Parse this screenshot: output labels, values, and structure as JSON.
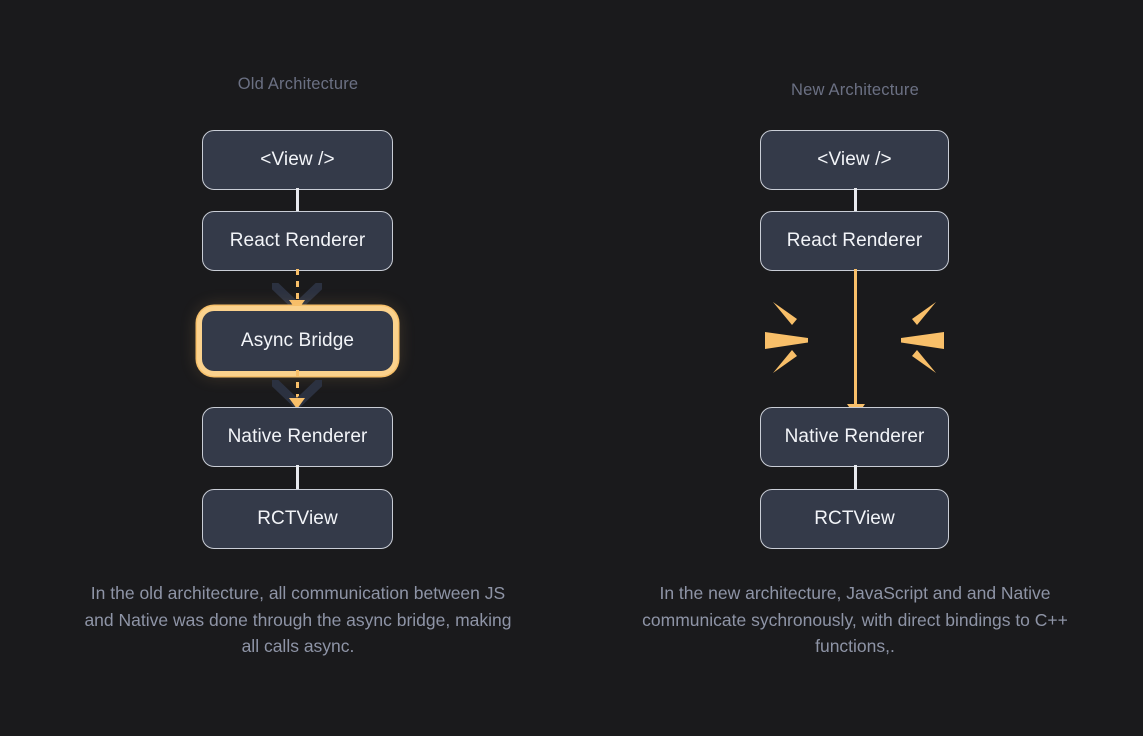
{
  "theme": {
    "background": "#1a1a1c",
    "node_fill": "#343a49",
    "node_border": "#c9cdd6",
    "node_text": "#f2f4f8",
    "accent_orange": "#f8bf69",
    "highlight_ring": "#fbd28d",
    "title_color": "#6b7083",
    "caption_color": "#8e94a6",
    "connector_color": "#e8eaef",
    "chevron_color": "#2b3140"
  },
  "diagram": {
    "kind": "architecture-comparison",
    "columns": [
      {
        "id": "old",
        "title": "Old Architecture",
        "nodes": [
          {
            "id": "view",
            "label": "<View />",
            "highlighted": false
          },
          {
            "id": "react",
            "label": "React Renderer",
            "highlighted": false
          },
          {
            "id": "bridge",
            "label": "Async Bridge",
            "highlighted": true
          },
          {
            "id": "native",
            "label": "Native Renderer",
            "highlighted": false
          },
          {
            "id": "rct",
            "label": "RCTView",
            "highlighted": false
          }
        ],
        "connectors": [
          {
            "from": "view",
            "to": "react",
            "style": "solid-white"
          },
          {
            "from": "react",
            "to": "bridge",
            "style": "dashed-orange-arrow"
          },
          {
            "from": "bridge",
            "to": "native",
            "style": "dashed-orange-arrow"
          },
          {
            "from": "native",
            "to": "rct",
            "style": "solid-white"
          }
        ],
        "caption": "In the old architecture, all communication between JS and Native was done through the async bridge, making all calls async."
      },
      {
        "id": "new",
        "title": "New Architecture",
        "nodes": [
          {
            "id": "view",
            "label": "<View />",
            "highlighted": false
          },
          {
            "id": "react",
            "label": "React Renderer",
            "highlighted": false
          },
          {
            "id": "native",
            "label": "Native Renderer",
            "highlighted": false
          },
          {
            "id": "rct",
            "label": "RCTView",
            "highlighted": false
          }
        ],
        "connectors": [
          {
            "from": "view",
            "to": "react",
            "style": "solid-white"
          },
          {
            "from": "react",
            "to": "native",
            "style": "solid-orange-arrow"
          },
          {
            "from": "native",
            "to": "rct",
            "style": "solid-white"
          }
        ],
        "effects": [
          {
            "id": "burst",
            "kind": "radial-burst",
            "rays": 6,
            "color": "#f8bf69"
          }
        ],
        "caption": "In the new architecture, JavaScript and and Native communicate sychronously, with direct bindings to C++ functions,."
      }
    ]
  }
}
